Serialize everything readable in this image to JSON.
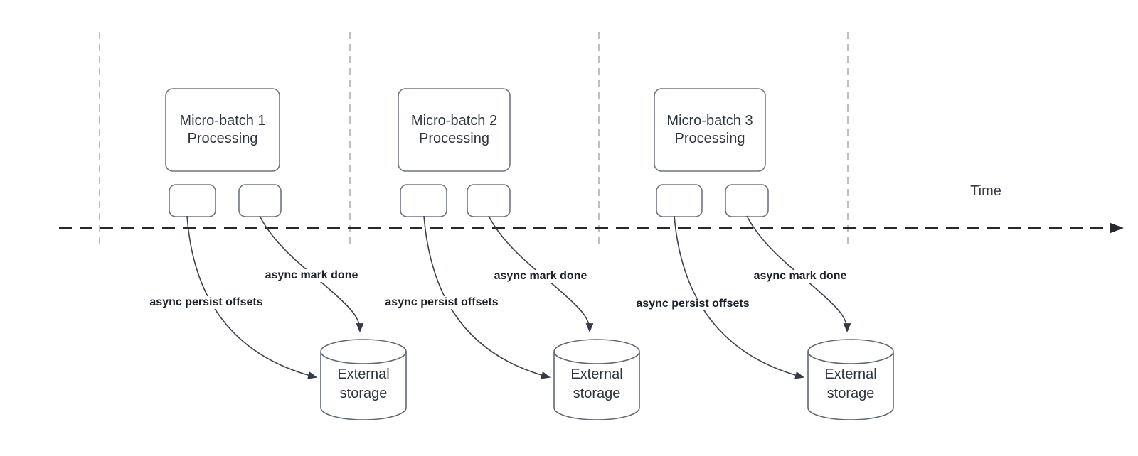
{
  "diagram": {
    "time_axis_label": "Time",
    "batches": [
      {
        "title": "Micro-batch 1 Processing",
        "persist_label": "async persist offsets",
        "mark_done_label": "async mark done",
        "storage_label": "External storage"
      },
      {
        "title": "Micro-batch 2 Processing",
        "persist_label": "async persist offsets",
        "mark_done_label": "async mark done",
        "storage_label": "External storage"
      },
      {
        "title": "Micro-batch 3 Processing",
        "persist_label": "async persist offsets",
        "mark_done_label": "async mark done",
        "storage_label": "External storage"
      }
    ]
  }
}
